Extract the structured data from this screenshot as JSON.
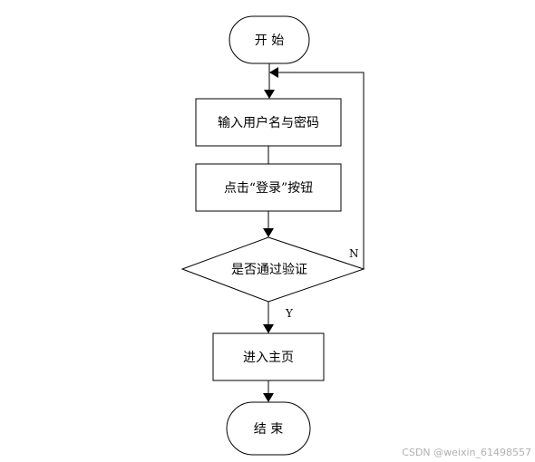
{
  "diagram": {
    "nodes": {
      "start": "开 始",
      "input": "输入用户名与密码",
      "click": "点击“登录”按钮",
      "check": "是否通过验证",
      "home": "进入主页",
      "end": "结 束"
    },
    "edge_labels": {
      "yes": "Y",
      "no": "N"
    }
  },
  "watermark": "CSDN @weixin_61498557",
  "colors": {
    "stroke": "#000000",
    "background": "#ffffff",
    "watermark": "#b0b0b0"
  }
}
